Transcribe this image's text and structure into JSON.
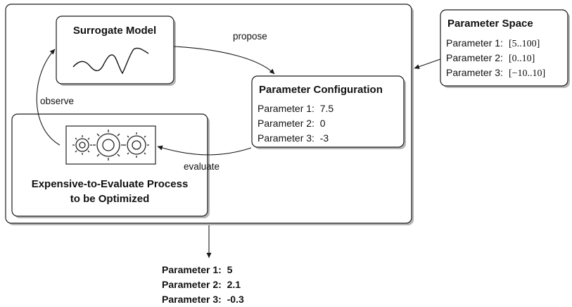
{
  "surrogate_model": {
    "title": "Surrogate Model"
  },
  "parameter_configuration": {
    "title": "Parameter Configuration",
    "lines": [
      "Parameter 1:  7.5",
      "Parameter 2:  0",
      "Parameter 3:  -3"
    ]
  },
  "parameter_space": {
    "title": "Parameter Space",
    "rows": [
      {
        "label": "Parameter 1:",
        "range": "[5..100]"
      },
      {
        "label": "Parameter 2:",
        "range": "[0..10]"
      },
      {
        "label": "Parameter 3:",
        "range": "[−10..10]"
      }
    ]
  },
  "process": {
    "title_line1": "Expensive-to-Evaluate Process",
    "title_line2": "to be Optimized"
  },
  "edges": {
    "propose": "propose",
    "observe": "observe",
    "evaluate": "evaluate"
  },
  "result": {
    "lines": [
      "Parameter 1:  5",
      "Parameter 2:  2.1",
      "Parameter 3:  -0.3"
    ]
  }
}
